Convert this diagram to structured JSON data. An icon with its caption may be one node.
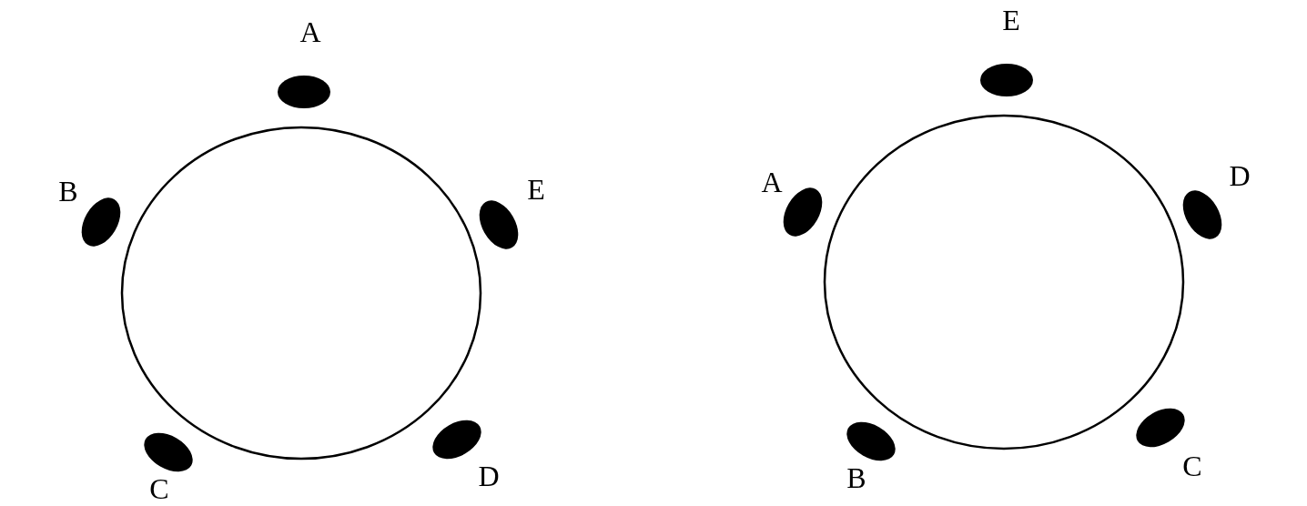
{
  "diagram": {
    "nodes": [
      {
        "text": [],
        "shape": "circle"
      },
      {
        "text": [
          "A"
        ]
      },
      {
        "text": [
          "B"
        ]
      },
      {
        "text": [
          "E"
        ]
      },
      {
        "text": [
          "C"
        ]
      },
      {
        "text": [
          "D"
        ]
      },
      {
        "text": [],
        "shape": "circle"
      },
      {
        "text": [
          "E"
        ]
      },
      {
        "text": [
          "A"
        ]
      },
      {
        "text": [
          "D"
        ]
      },
      {
        "text": [
          "B"
        ]
      },
      {
        "text": [
          "C"
        ]
      }
    ]
  }
}
